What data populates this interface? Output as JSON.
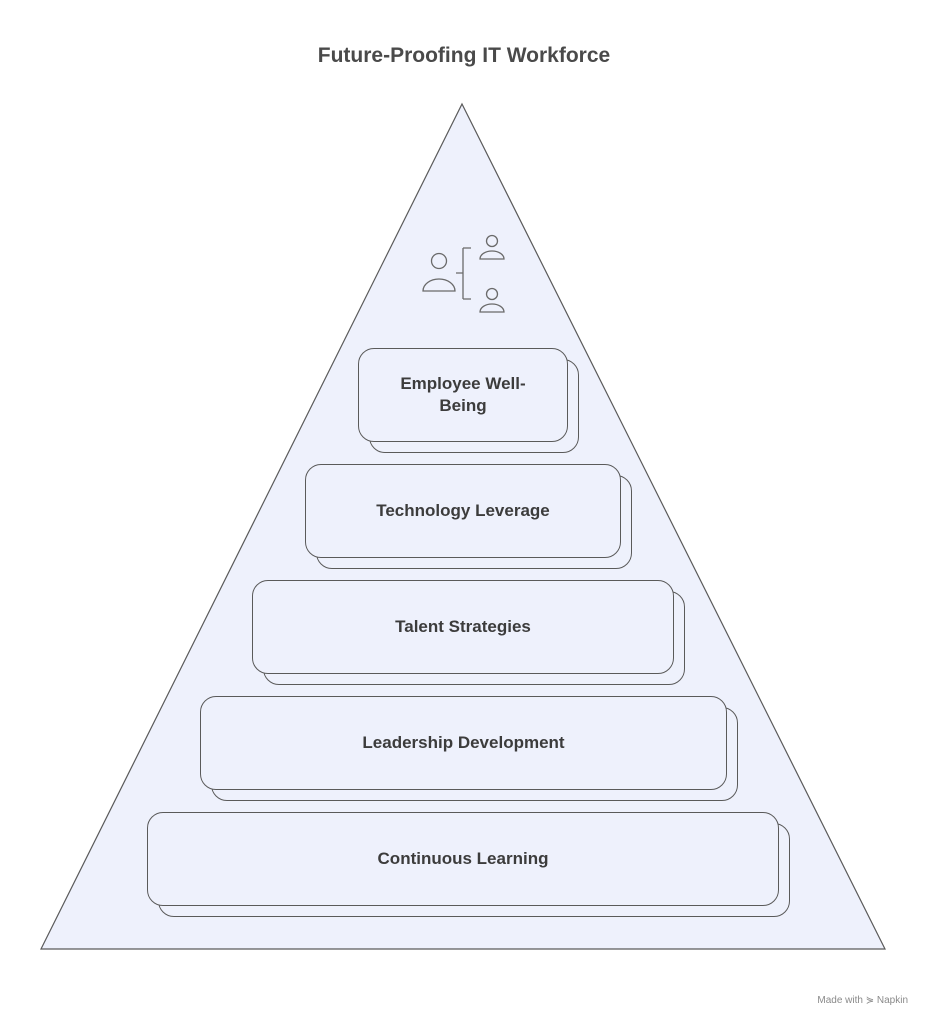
{
  "title": "Future-Proofing IT Workforce",
  "icon": "people-hierarchy-icon",
  "colors": {
    "fill": "#eef1fc",
    "stroke": "#5a5a5a",
    "text": "#3c3c3c"
  },
  "tiers": [
    {
      "label": "Employee Well-Being",
      "line1": "Employee Well-",
      "line2": "Being"
    },
    {
      "label": "Technology Leverage"
    },
    {
      "label": "Talent Strategies"
    },
    {
      "label": "Leadership Development"
    },
    {
      "label": "Continuous Learning"
    }
  ],
  "footer": "Made with ⋟ Napkin"
}
